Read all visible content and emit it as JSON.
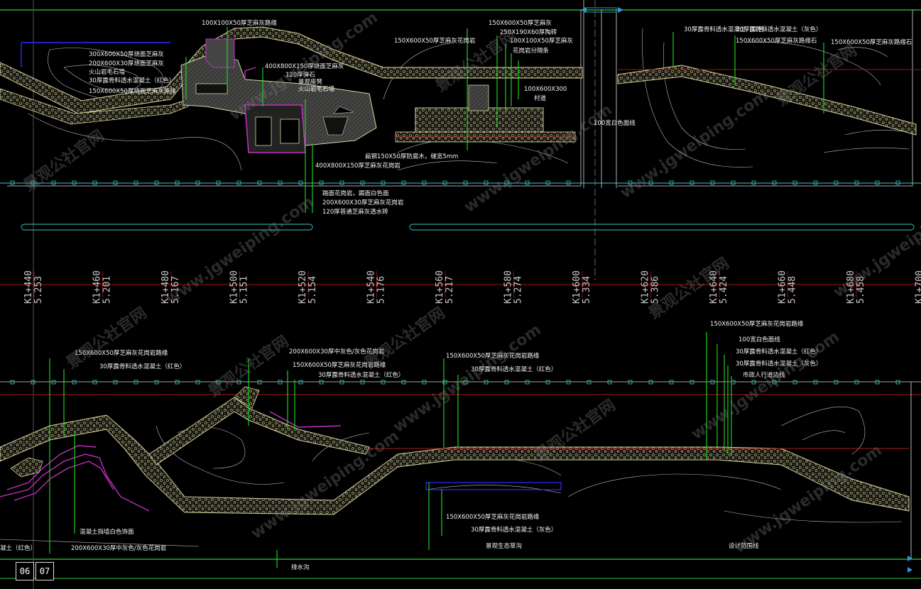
{
  "top_labels": [
    "100X100X50厚芝麻灰路缘",
    "300X600X50厚烧面芝麻灰",
    "200X600X30厚烧面芝麻灰",
    "火山岩毛石墙",
    "30厚露骨料透水混凝土（红色）",
    "150X600X50厚烧面芝麻灰路缘",
    "400X800X150厚烧面芝麻灰",
    "120厚弹石",
    "景观座凳",
    "火山岩毛石墙",
    "扁钢150X50厚防腐木，缝宽5mm",
    "400X800X150厚芝麻灰花岗岩",
    "踏面花岗岩，踢面白色面",
    "200X600X30厚芝麻灰花岗岩",
    "120厚普通芝麻灰透水砖",
    "150X600X50厚芝麻灰花岗岩",
    "150X600X50厚芝麻灰",
    "250X190X60厚陶砖",
    "100X100X50厚芝麻灰",
    "花岗岩分隔条",
    "100X600X300",
    "村道",
    "100宽白色面线",
    "30厚露骨料透水混凝土（红色）",
    "30厚露骨料透水混凝土（灰色）",
    "150X600X50厚芝麻灰路缘石"
  ],
  "stations": [
    {
      "k": "K1+440",
      "e": "5.253"
    },
    {
      "k": "K1+460",
      "e": "5.201"
    },
    {
      "k": "K1+480",
      "e": "5.167"
    },
    {
      "k": "K1+500",
      "e": "5.151"
    },
    {
      "k": "K1+520",
      "e": "5.154"
    },
    {
      "k": "K1+540",
      "e": "5.176"
    },
    {
      "k": "K1+560",
      "e": "5.217"
    },
    {
      "k": "K1+580",
      "e": "5.274"
    },
    {
      "k": "K1+600",
      "e": "5.334"
    },
    {
      "k": "K1+620",
      "e": "5.386"
    },
    {
      "k": "K1+640",
      "e": "5.424"
    },
    {
      "k": "K1+660",
      "e": "5.448"
    },
    {
      "k": "K1+680",
      "e": "5.458"
    },
    {
      "k": "K1+700",
      "e": ""
    }
  ],
  "bottom_labels": [
    "150X600X50厚芝麻灰花岗岩路缘",
    "30厚露骨料透水混凝土（红色）",
    "200X600X30厚中灰色/灰色花岗岩",
    "150X600X50厚芝麻灰花岗岩路缘",
    "30厚露骨料透水混凝土（红色）",
    "150X600X50厚芝麻灰花岗岩路缘",
    "30厚露骨料透水混凝土（红色）",
    "150X600X50厚芝麻灰花岗岩路缘",
    "100宽白色面线",
    "30厚露骨料透水混凝土（红色）",
    "30厚露骨料透水混凝土（灰色）",
    "市政人行道边线",
    "150X600X50厚芝麻灰花岗岩路缘",
    "30厚露骨料透水混凝土（灰色）",
    "景观生态草沟",
    "混凝土挡墙白色饰面",
    "200X600X30厚中灰色/灰色花岗岩",
    "设计范围线",
    "排水沟",
    "凝土（红色）"
  ],
  "sheet": {
    "left": "06",
    "right": "07"
  },
  "watermark": [
    "景观公社官网",
    "www.jgweiping.com"
  ],
  "colors": {
    "curb": "#d9d9a0",
    "path_fill": "#1a1a16",
    "magenta": "#c030c0",
    "leader": "#22dd22",
    "cyan": "#3cc8c8",
    "red": "#b01818",
    "blue": "#2a2aff",
    "white": "#e8e8e8"
  }
}
